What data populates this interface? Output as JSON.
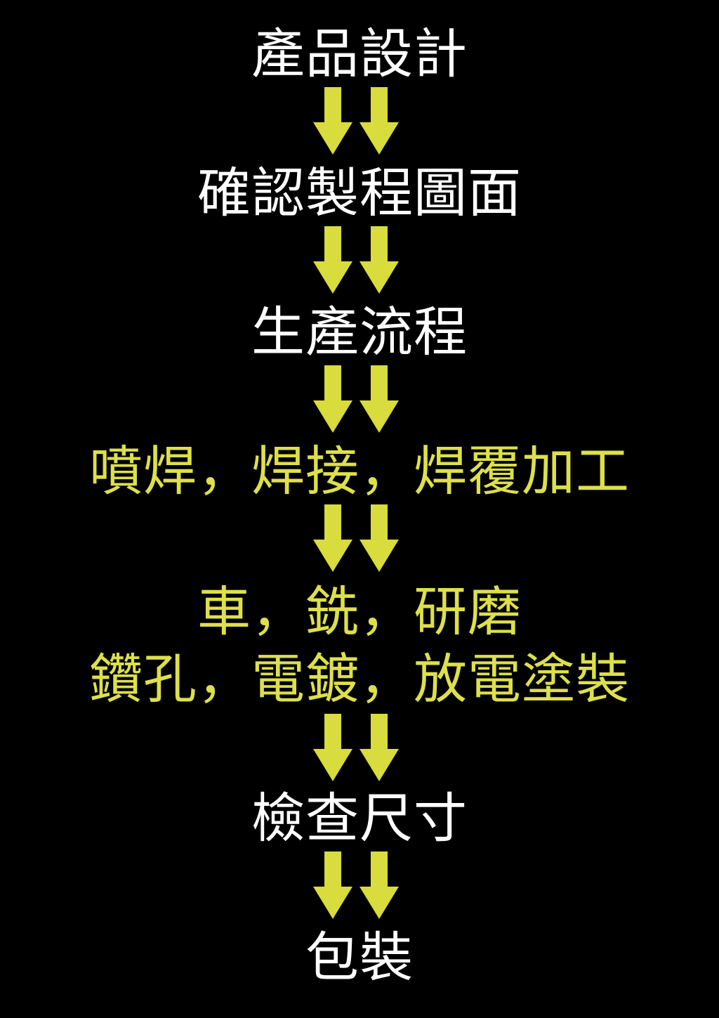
{
  "colors": {
    "background": "#000000",
    "primary_text": "#ffffff",
    "highlight_text": "#dde04a",
    "arrow": "#d8dc3c"
  },
  "steps": [
    {
      "label": "產品設計",
      "style": "white"
    },
    {
      "label": "確認製程圖面",
      "style": "white"
    },
    {
      "label": "生產流程",
      "style": "white"
    },
    {
      "label": "噴焊，焊接，焊覆加工",
      "style": "yellow"
    },
    {
      "label": "車，銑，研磨",
      "style": "yellow"
    },
    {
      "label": "鑽孔，電鍍，放電塗裝",
      "style": "yellow"
    },
    {
      "label": "檢查尺寸",
      "style": "white"
    },
    {
      "label": "包裝",
      "style": "white"
    }
  ],
  "connector_icon": "double-down-arrow-icon"
}
